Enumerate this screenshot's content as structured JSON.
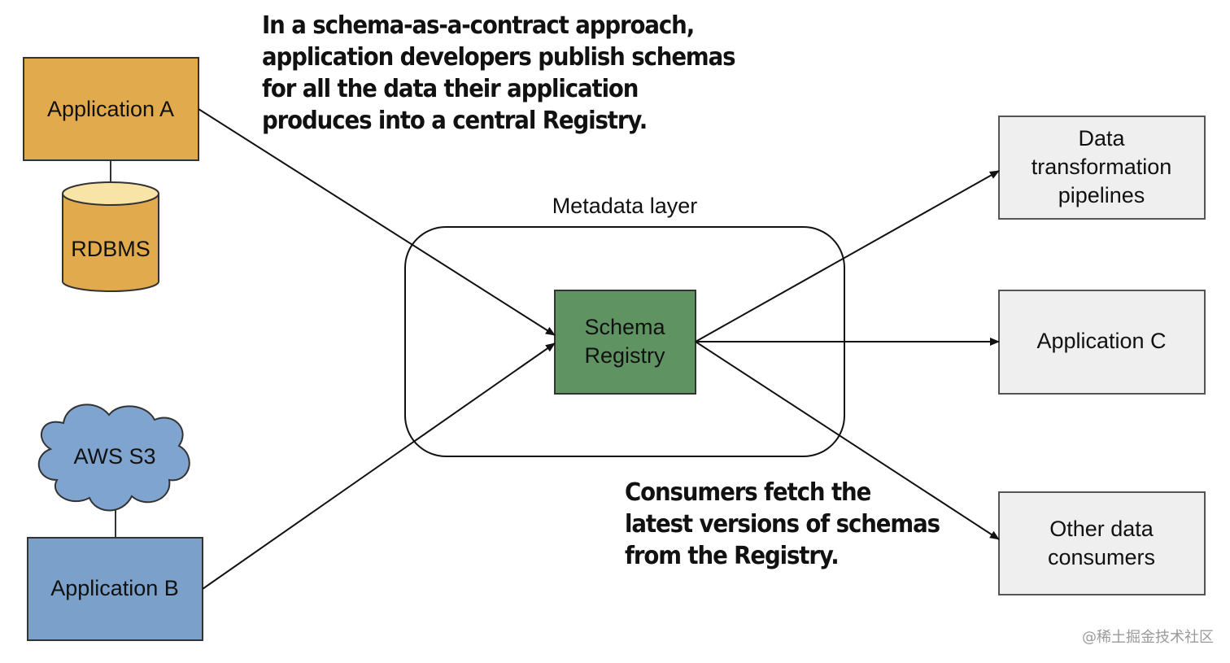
{
  "colors": {
    "app_a_fill": "#e0aa4d",
    "rdbms_fill": "#e0aa4d",
    "rdbms_top": "#f8e4a6",
    "s3_fill": "#7fa4cf",
    "app_b_fill": "#7ba0c9",
    "registry_fill": "#5f9462",
    "consumer_fill": "#efefef",
    "stroke": "#111111"
  },
  "icons": {
    "database": "cylinder-database-icon",
    "cloud": "cloud-icon",
    "arrow": "arrowhead-icon"
  },
  "producers": {
    "app_a": "Application A",
    "rdbms": "RDBMS",
    "aws_s3": "AWS S3",
    "app_b": "Application B"
  },
  "metadata_layer": {
    "label": "Metadata layer",
    "registry_line1": "Schema",
    "registry_line2": "Registry"
  },
  "consumers": {
    "pipelines": [
      "Data",
      "transformation",
      "pipelines"
    ],
    "app_c": "Application C",
    "other": [
      "Other data",
      "consumers"
    ]
  },
  "annotations": {
    "top": [
      "In a schema-as-a-contract approach,",
      "application developers publish schemas",
      "for all the data their application",
      "produces into a central Registry."
    ],
    "bottom": [
      "Consumers fetch the",
      "latest versions of schemas",
      "from the Registry."
    ]
  },
  "watermark": "@稀土掘金技术社区"
}
